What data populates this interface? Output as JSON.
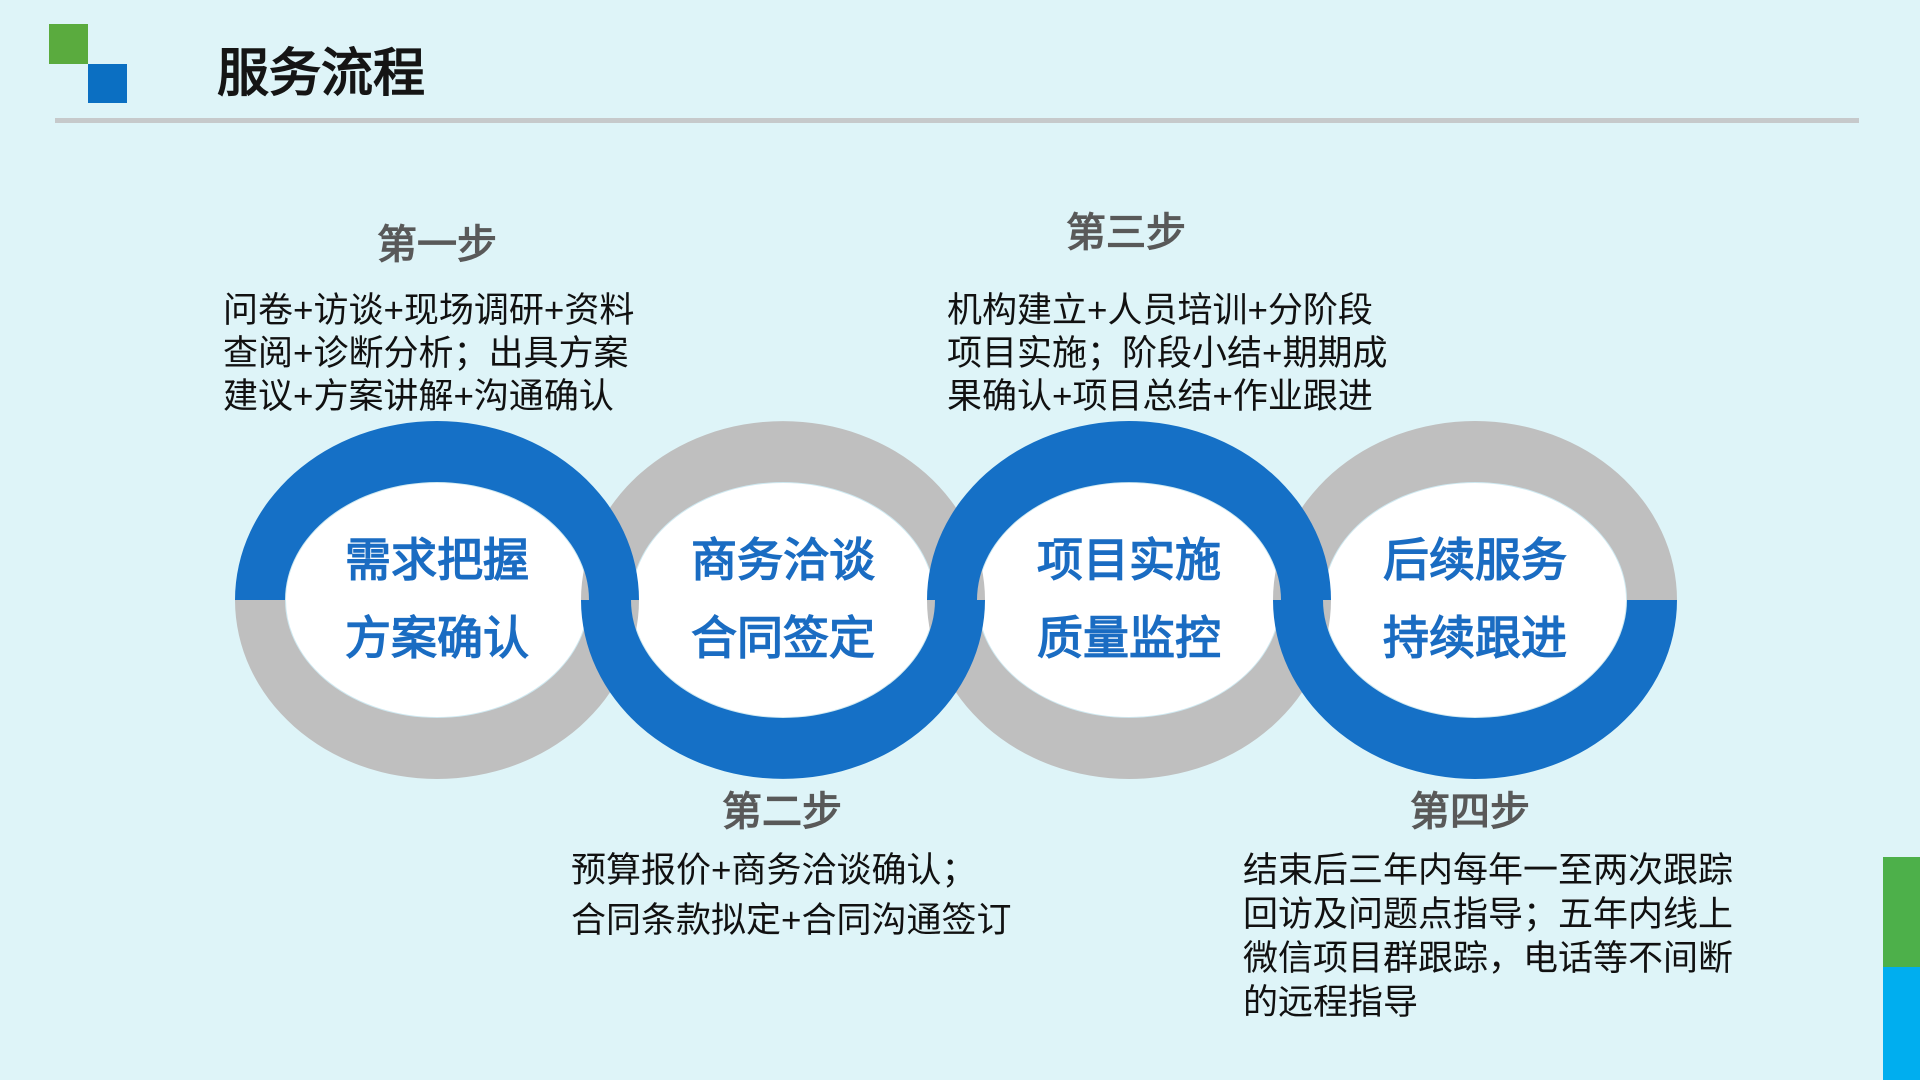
{
  "header": {
    "title": "服务流程"
  },
  "colors": {
    "background": "#DEF4F8",
    "ring_blue": "#1570C6",
    "ring_gray": "#BFBFBF",
    "label_blue": "#1A6CC2",
    "step_title_gray": "#595959",
    "logo_green": "#5AAB3E",
    "logo_blue": "#0B6FC2",
    "side_green": "#4DB04A",
    "side_cyan": "#00AEEF"
  },
  "steps": [
    {
      "title": "第一步",
      "circle": [
        "需求把握",
        "方案确认"
      ],
      "desc": [
        "问卷+访谈+现场调研+资料",
        "查阅+诊断分析；出具方案",
        "建议+方案讲解+沟通确认"
      ]
    },
    {
      "title": "第二步",
      "circle": [
        "商务洽谈",
        "合同签定"
      ],
      "desc": [
        "预算报价+商务洽谈确认；",
        "合同条款拟定+合同沟通签订"
      ]
    },
    {
      "title": "第三步",
      "circle": [
        "项目实施",
        "质量监控"
      ],
      "desc": [
        "机构建立+人员培训+分阶段",
        "项目实施；阶段小结+期期成",
        "果确认+项目总结+作业跟进"
      ]
    },
    {
      "title": "第四步",
      "circle": [
        "后续服务",
        "持续跟进"
      ],
      "desc": [
        "结束后三年内每年一至两次跟踪",
        "回访及问题点指导；五年内线上",
        "微信项目群跟踪，电话等不间断",
        "的远程指导"
      ]
    }
  ]
}
